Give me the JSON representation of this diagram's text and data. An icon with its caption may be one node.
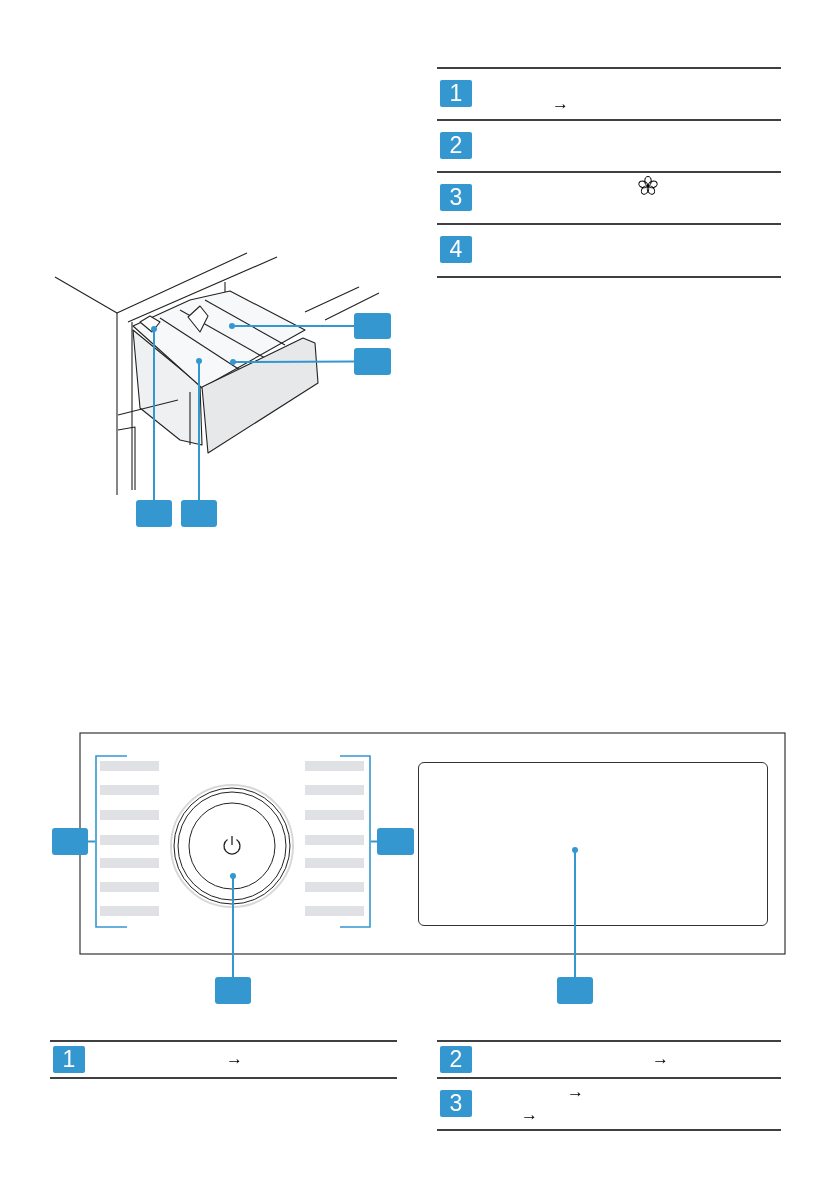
{
  "diagram": {
    "nodes": [
      {
        "text": [
          "1"
        ]
      },
      {
        "text": [
          "2"
        ]
      },
      {
        "text": [
          "3"
        ]
      },
      {
        "text": [
          "4"
        ]
      },
      {
        "text": [],
        "shape": "box"
      },
      {
        "text": [],
        "shape": "box"
      },
      {
        "text": [],
        "shape": "box"
      },
      {
        "text": [],
        "shape": "box"
      },
      {
        "text": [],
        "shape": "box"
      },
      {
        "text": [],
        "shape": "bracket"
      },
      {
        "text": [],
        "shape": "circle"
      },
      {
        "text": [],
        "shape": "bracket"
      },
      {
        "text": [],
        "shape": "box"
      },
      {
        "text": [],
        "shape": "box"
      },
      {
        "text": [],
        "shape": "box"
      },
      {
        "text": [],
        "shape": "box"
      },
      {
        "text": [
          "1"
        ]
      },
      {
        "text": [
          "2"
        ]
      },
      {
        "text": [
          "3"
        ]
      }
    ],
    "edges": [
      {
        "from": 4,
        "to": null,
        "arrow": "other"
      },
      {
        "from": 5,
        "to": null,
        "arrow": "other"
      },
      {
        "from": 6,
        "to": null,
        "arrow": "other"
      },
      {
        "from": 7,
        "to": null,
        "arrow": "other"
      },
      {
        "from": 8,
        "to": 9,
        "arrow": "none"
      },
      {
        "from": 12,
        "to": 11,
        "arrow": "none"
      },
      {
        "from": 14,
        "to": 10,
        "arrow": "other"
      },
      {
        "from": 15,
        "to": 13,
        "arrow": "other"
      }
    ],
    "labels": [
      "→",
      "→",
      "→",
      "→",
      "→"
    ]
  }
}
